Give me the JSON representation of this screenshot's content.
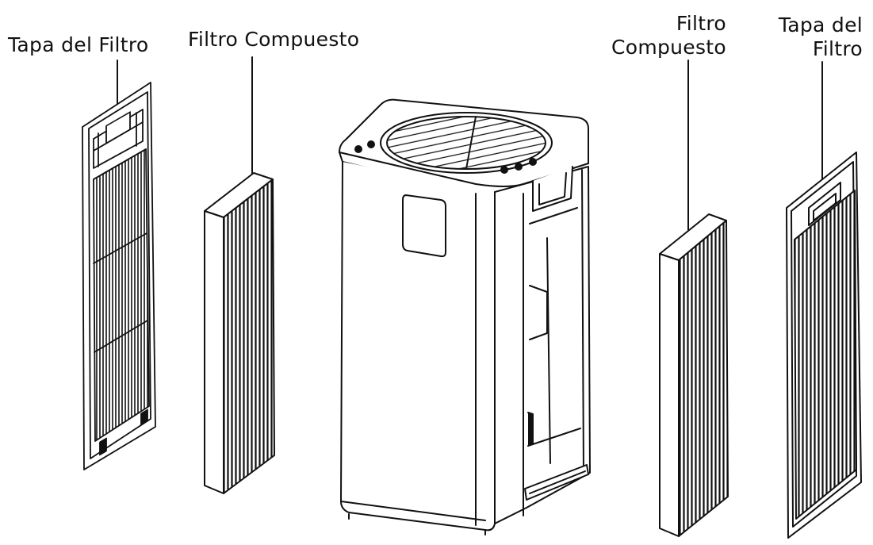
{
  "labels": {
    "left_cover": "Tapa del Filtro",
    "left_filter": "Filtro Compuesto",
    "right_filter_line1": "Filtro",
    "right_filter_line2": "Compuesto",
    "right_cover_line1": "Tapa del",
    "right_cover_line2": "Filtro"
  },
  "colors": {
    "line": "#111111",
    "background": "#ffffff"
  }
}
